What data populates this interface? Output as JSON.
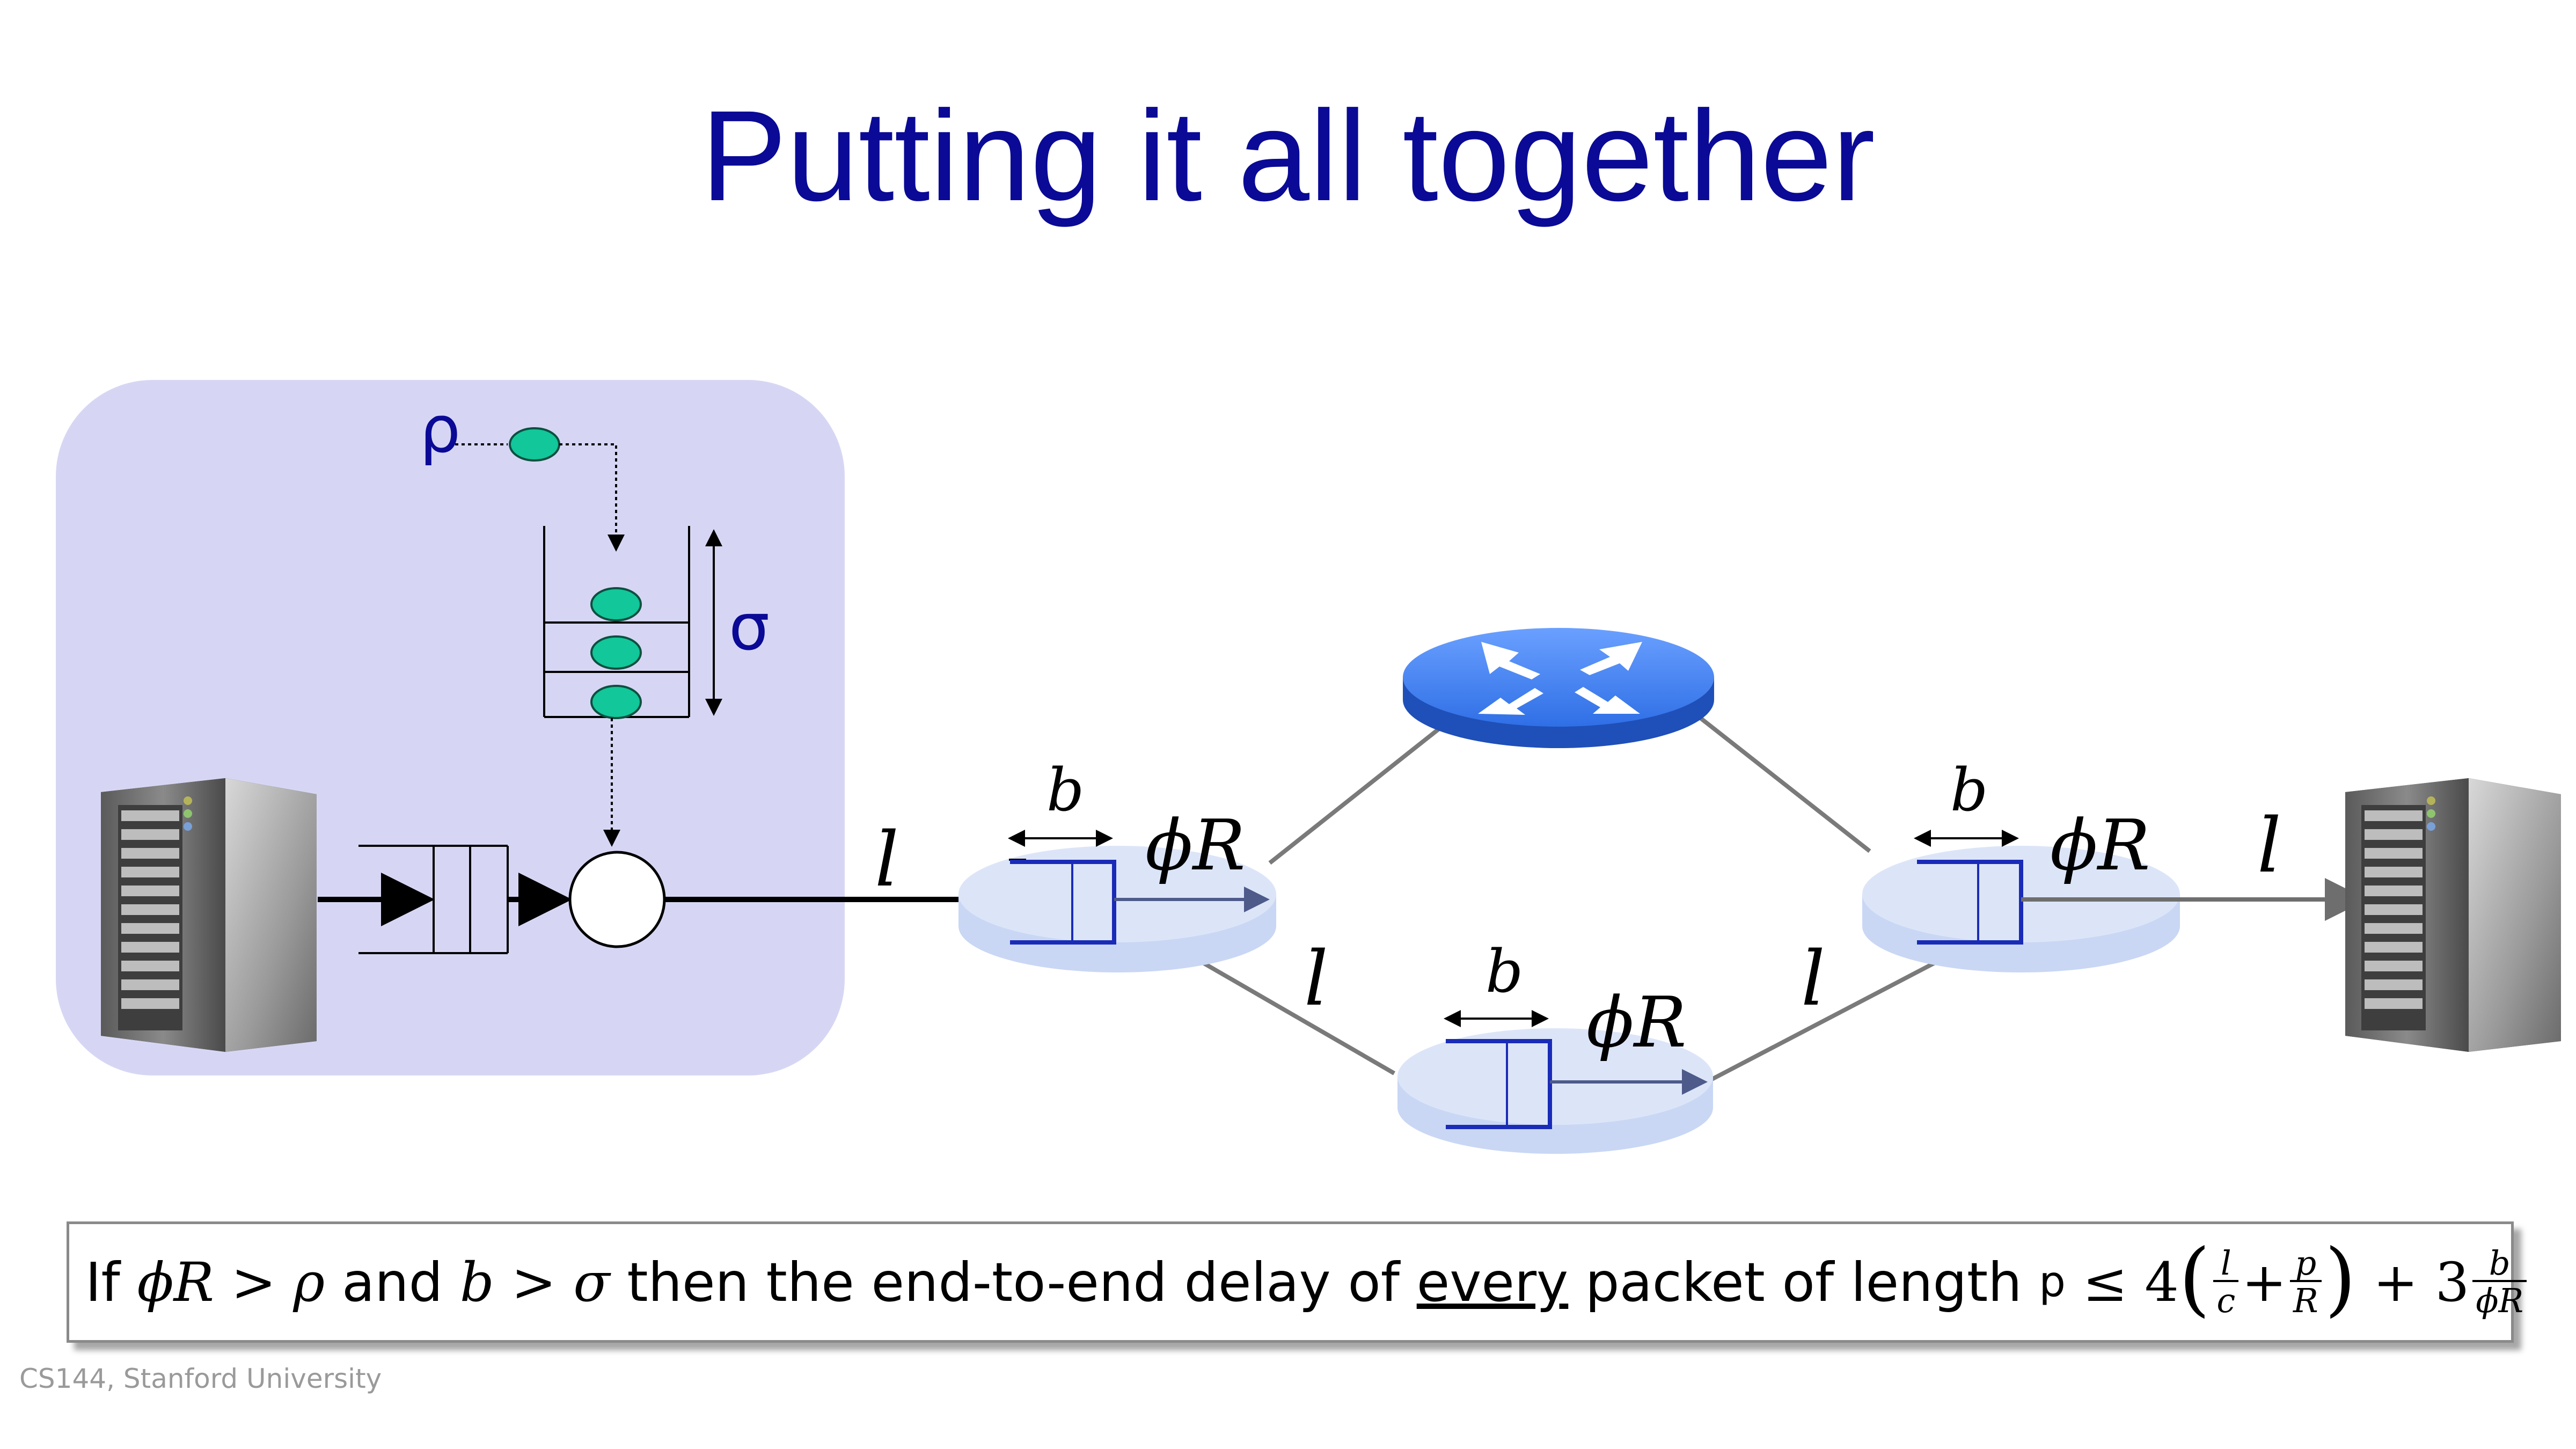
{
  "slide": {
    "title": "Putting it all together",
    "footer": "CS144, Stanford University"
  },
  "diagram": {
    "rho": "ρ",
    "sigma": "σ",
    "link_label": "l",
    "buffer_label": "b",
    "rate_label": "ϕR"
  },
  "statement": {
    "if": "If",
    "phiR": "ϕR",
    "gt": ">",
    "rho": "ρ",
    "and": "and",
    "b": "b",
    "sigma": "σ",
    "then_text": "then the end-to-end delay of",
    "every": "every",
    "tail_text": "packet of length",
    "p": "p",
    "le": "≤",
    "four": "4",
    "frac1_num": "l",
    "frac1_den": "c",
    "plus": "+",
    "frac2_num": "p",
    "frac2_den": "R",
    "three": "3",
    "frac3_num": "b",
    "frac3_den": "ϕR"
  },
  "colors": {
    "title": "#0a0a96",
    "shaper_bg": "#d6d6f4",
    "token": "#12c79a",
    "router_blue": "#2f6fe6",
    "router_light": "#c9d7f4",
    "queue_blue": "#1a2bb8"
  }
}
